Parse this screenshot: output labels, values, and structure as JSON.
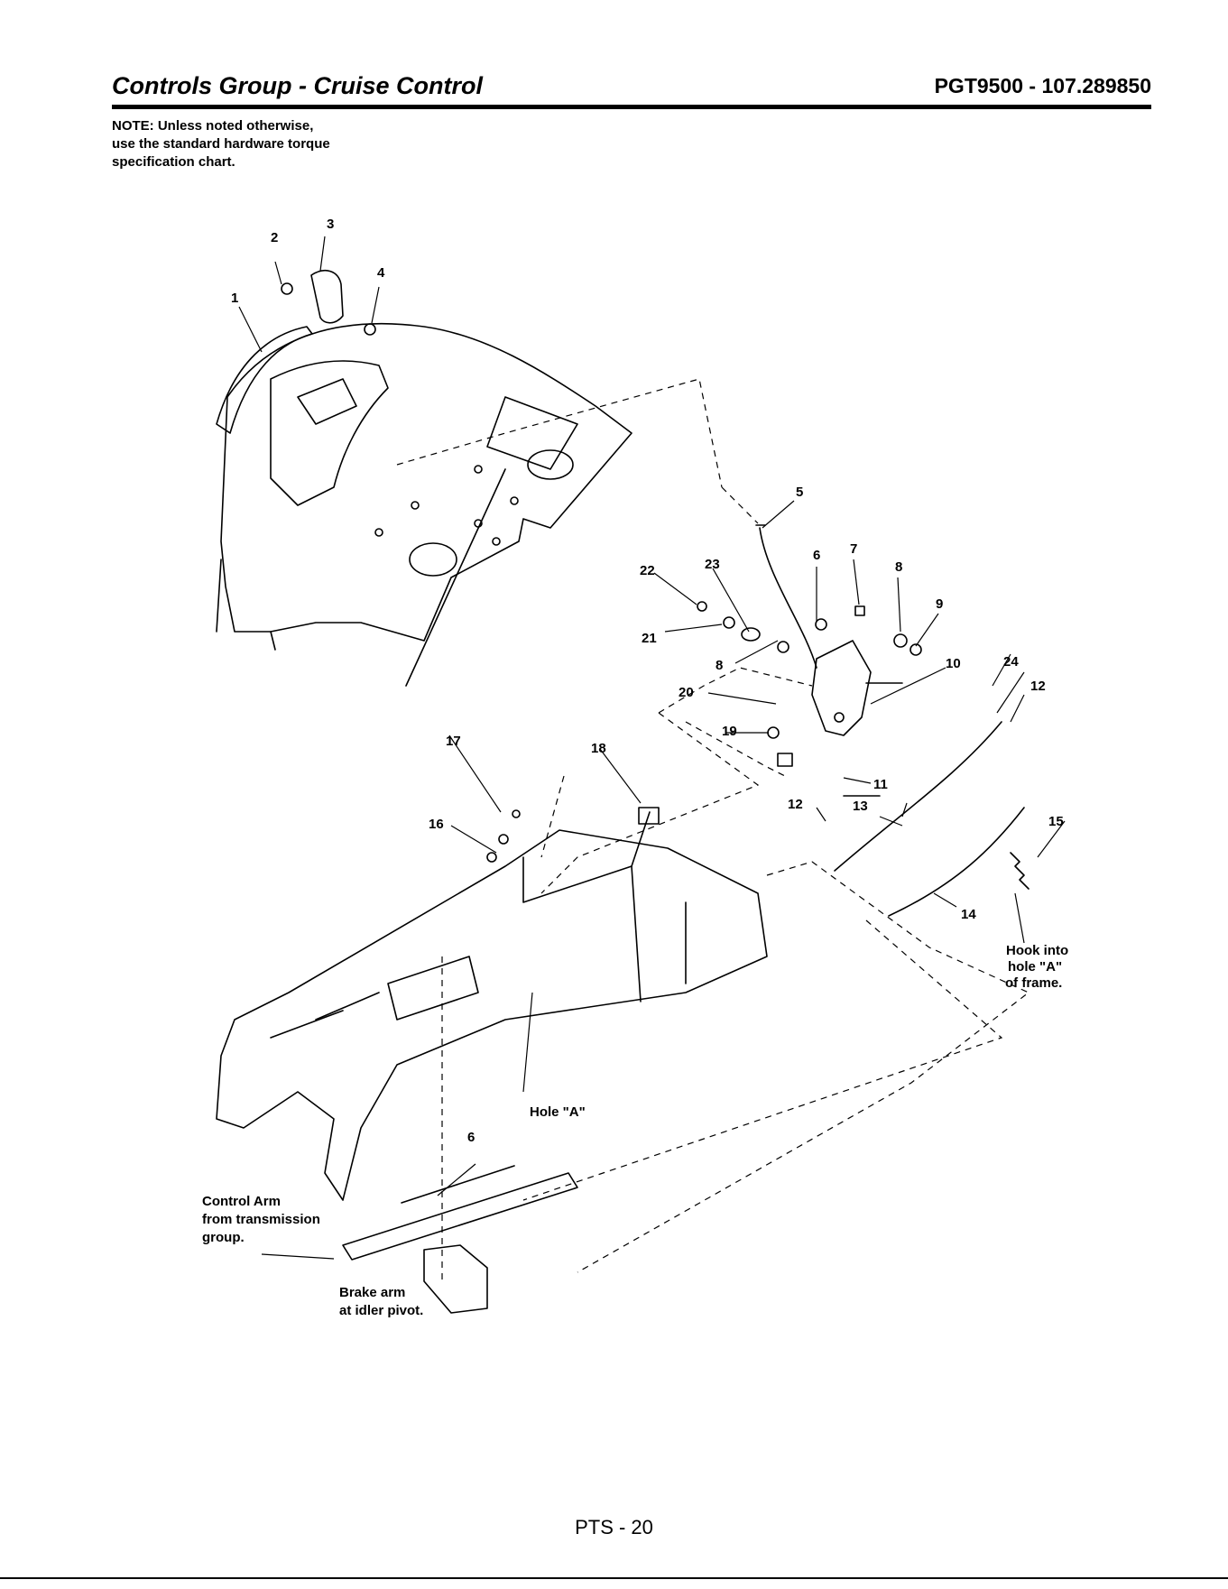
{
  "header": {
    "title": "Controls Group - Cruise Control",
    "model": "PGT9500 - 107.289850"
  },
  "note": {
    "lines": [
      "NOTE: Unless noted otherwise,",
      "use the standard hardware torque",
      "specification chart."
    ]
  },
  "callouts": [
    "1",
    "2",
    "3",
    "4",
    "5",
    "6",
    "7",
    "8",
    "9",
    "10",
    "11",
    "12",
    "13",
    "14",
    "15",
    "16",
    "17",
    "18",
    "19",
    "20",
    "21",
    "22",
    "23",
    "24",
    "8",
    "12",
    "6"
  ],
  "captions": {
    "hook": [
      "Hook into",
      "hole \"A\"",
      "of frame."
    ],
    "hole_a": "Hole \"A\"",
    "control_arm": [
      "Control Arm",
      "from transmission",
      "group."
    ],
    "brake_arm": [
      "Brake arm",
      "at idler pivot."
    ]
  },
  "footer": {
    "page": "PTS - 20"
  },
  "colors": {
    "ink": "#000000",
    "paper": "#ffffff"
  }
}
